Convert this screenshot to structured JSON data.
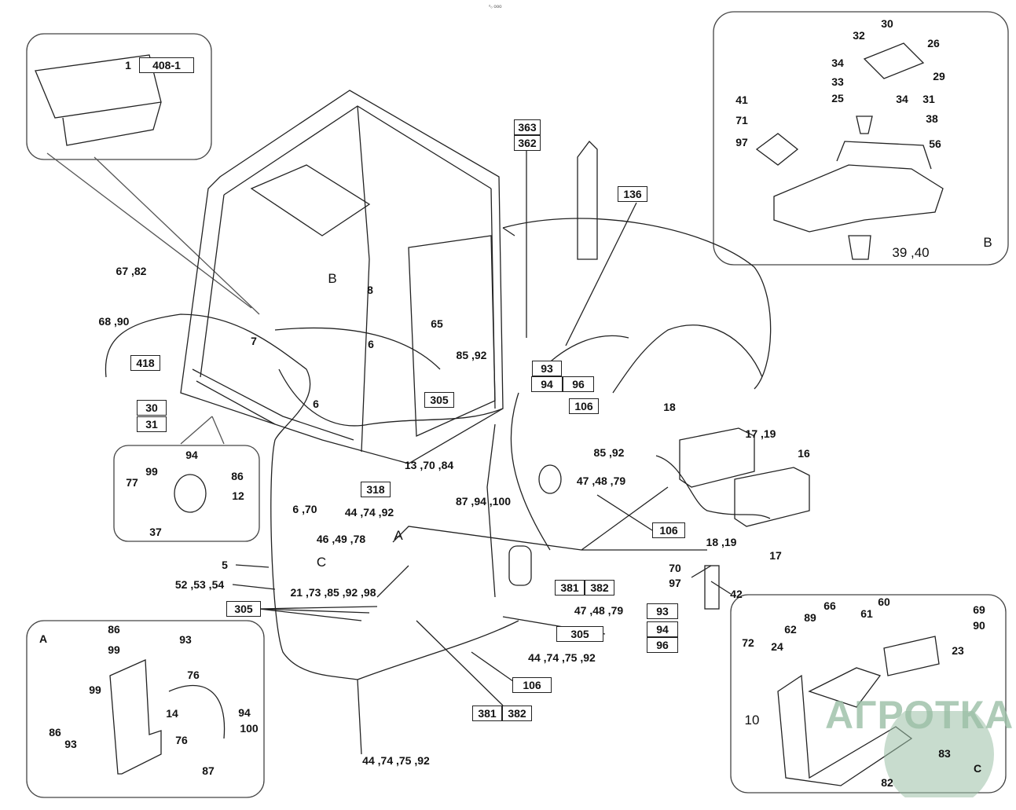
{
  "header": {
    "code": "ᵒ₀ ooo"
  },
  "watermark": {
    "logo_text": "АГРОТКА",
    "color": "#9bbfa6"
  },
  "colors": {
    "line": "#222222",
    "panel_border": "#444444",
    "background": "#ffffff"
  },
  "callouts": [
    "1",
    "67 ,82",
    "68 ,90",
    "7",
    "B",
    "8",
    "65",
    "6",
    "6",
    "85 ,92",
    "13 ,70 ,84",
    "6 ,70",
    "44 ,74 ,92",
    "46 ,49 ,78",
    "C",
    "A",
    "5",
    "52 ,53 ,54",
    "21 ,73 ,85 ,92 ,98",
    "87 ,94 ,100",
    "47 ,48 ,79",
    "85 ,92",
    "18",
    "17 ,19",
    "16",
    "18 ,19",
    "17",
    "70",
    "97",
    "42",
    "47 ,48 ,79",
    "44 ,74 ,75 ,92",
    "44 ,74 ,75 ,92",
    "94",
    "99",
    "77",
    "86",
    "12",
    "37",
    "30",
    "32",
    "26",
    "34",
    "33",
    "29",
    "25",
    "34",
    "31",
    "41",
    "38",
    "71",
    "97",
    "56",
    "39 ,40",
    "B",
    "A",
    "86",
    "93",
    "99",
    "76",
    "99",
    "14",
    "86",
    "93",
    "94",
    "100",
    "76",
    "87",
    "66",
    "60",
    "69",
    "61",
    "90",
    "89",
    "62",
    "72",
    "24",
    "23",
    "10",
    "83",
    "82",
    "C"
  ],
  "boxes": [
    "408-1",
    "363",
    "362",
    "136",
    "418",
    "30",
    "31",
    "305",
    "93",
    "94",
    "96",
    "106",
    "318",
    "106",
    "381",
    "382",
    "305",
    "305",
    "93",
    "94",
    "96",
    "106",
    "381",
    "382"
  ]
}
